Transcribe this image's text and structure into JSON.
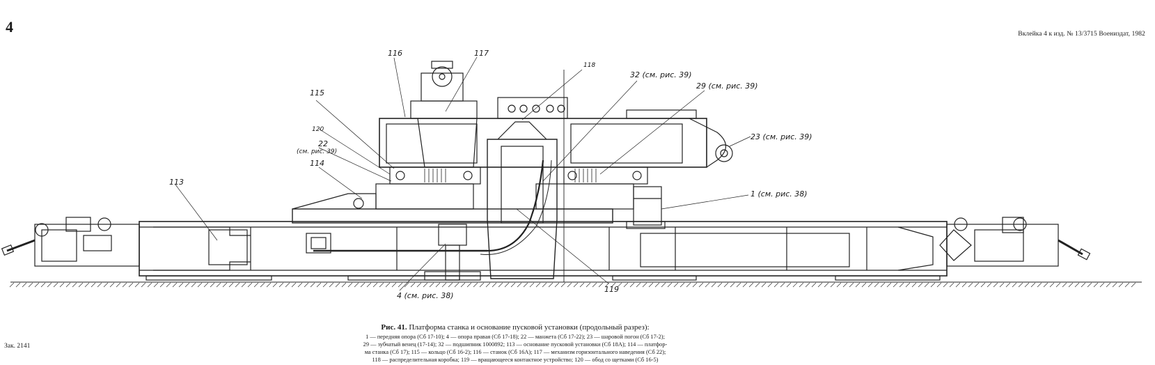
{
  "page_number": "4",
  "insert_note": "Вклейка 4 к изд. № 13/3715 Воениздат, 1982",
  "order_note": "Зак. 2141",
  "caption": {
    "label": "Рис. 41.",
    "title": "Платформа станка и основание пусковой установки (продольный разрез):",
    "legend_lines": [
      "1 — передняя опора (Сб 17-10); 4 — опора правая (Сб 17-18); 22 — манжета (Сб 17-22); 23 — шаровой погон (Сб 17-2);",
      "29 — зубчатый венец (17-14); 32 — подшипник 1000892; 113 — основание пусковой установки (Сб 18А); 114 — платфор-",
      "ма станка (Сб 17); 115 — кольцо (Сб 16-2); 116 — станок (Сб 16А); 117 — механизм горизонтального наведения (Сб 22);",
      "118 — распределительная коробка; 119 — вращающееся контактное устройство; 120 — обод со щетками (Сб 16-5)"
    ]
  },
  "callouts": [
    {
      "id": "116",
      "text": "116"
    },
    {
      "id": "117",
      "text": "117"
    },
    {
      "id": "118",
      "text": "118"
    },
    {
      "id": "32",
      "text": "32 (см. рис. 39)"
    },
    {
      "id": "29",
      "text": "29 (см. рис. 39)"
    },
    {
      "id": "115",
      "text": "115"
    },
    {
      "id": "120",
      "text": "120"
    },
    {
      "id": "22",
      "text": "22"
    },
    {
      "id": "22ref",
      "text": "(см. рис. 39)"
    },
    {
      "id": "114",
      "text": "114"
    },
    {
      "id": "23",
      "text": "23 (см. рис. 39)"
    },
    {
      "id": "113",
      "text": "113"
    },
    {
      "id": "1",
      "text": "1 (см. рис. 38)"
    },
    {
      "id": "4",
      "text": "4 (см. рис. 38)"
    },
    {
      "id": "119",
      "text": "119"
    }
  ]
}
